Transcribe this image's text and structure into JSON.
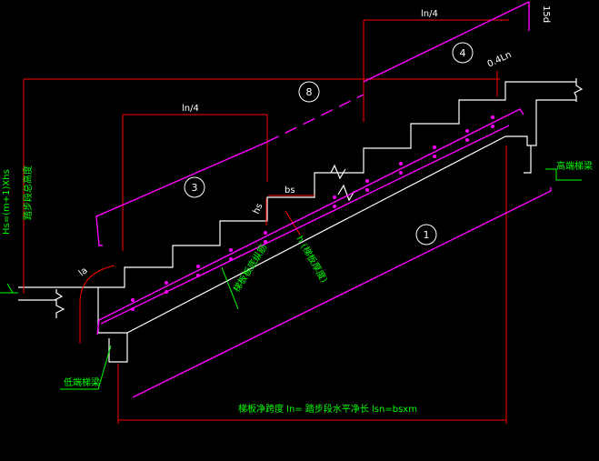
{
  "drawing": {
    "dims": {
      "ln_quarter_top": "ln/4",
      "ln_quarter_mid": "ln/4",
      "offset": "0.4Ln",
      "tread": "bs",
      "riser": "hs",
      "anchor": "la",
      "top_vertical": "15d"
    },
    "numbers": {
      "n1": "1",
      "n3": "3",
      "n4": "4",
      "n8": "8"
    },
    "labels": {
      "height_formula": "Hs=(m+1)Xhs",
      "height_caption": "踏步段总高度",
      "high_beam": "高端梯梁",
      "low_beam": "低端梯梁",
      "slab_thickness": "梯板板底纵筋",
      "slab_h": "h (梯板厚度)",
      "bottom_formula": "梯板净跨度 ln= 踏步段水平净长 lsn=bsxm"
    },
    "colors": {
      "background": "#000000",
      "structure": "#ffffff",
      "rebar": "#ff00ff",
      "dimension": "#ff0000",
      "annotation": "#00ff00"
    }
  }
}
